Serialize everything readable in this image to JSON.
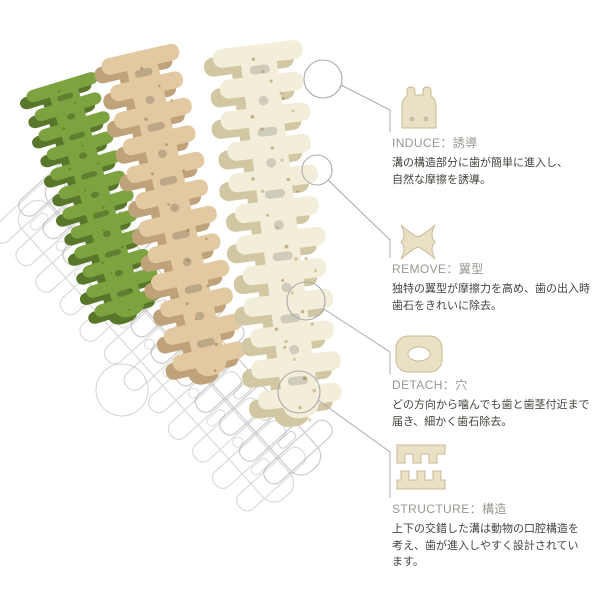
{
  "product": {
    "type": "dental-chew-stick-diagram",
    "stick_colors": {
      "green": "#7ca33f",
      "tan": "#e2c9a2",
      "cream": "#f3eeda"
    },
    "line_color": "#ababab",
    "icon_fill": "#eae0c6",
    "icon_stroke": "#c8ba92",
    "icons": [
      "induce-groove-icon",
      "remove-wing-icon",
      "detach-hole-icon",
      "structure-comb-icon"
    ]
  },
  "callouts": [
    {
      "title": "INDUCE：誘導",
      "desc": "溝の構造部分に歯が簡単に進入し、\n自然な摩擦を誘導。",
      "icon": "induce-groove-icon"
    },
    {
      "title": "REMOVE：翼型",
      "desc": "独特の翼型が摩擦力を高め、歯の出入時\n歯石をきれいに除去。",
      "icon": "remove-wing-icon"
    },
    {
      "title": "DETACH：穴",
      "desc": "どの方向から噛んでも歯と歯茎付近まで\n届き、細かく歯石除去。",
      "icon": "detach-hole-icon"
    },
    {
      "title": "STRUCTURE：構造",
      "desc": "上下の交錯した溝は動物の口腔構造を\n考え、歯が進入しやすく設計されてい\nます。",
      "icon": "structure-comb-icon"
    }
  ]
}
